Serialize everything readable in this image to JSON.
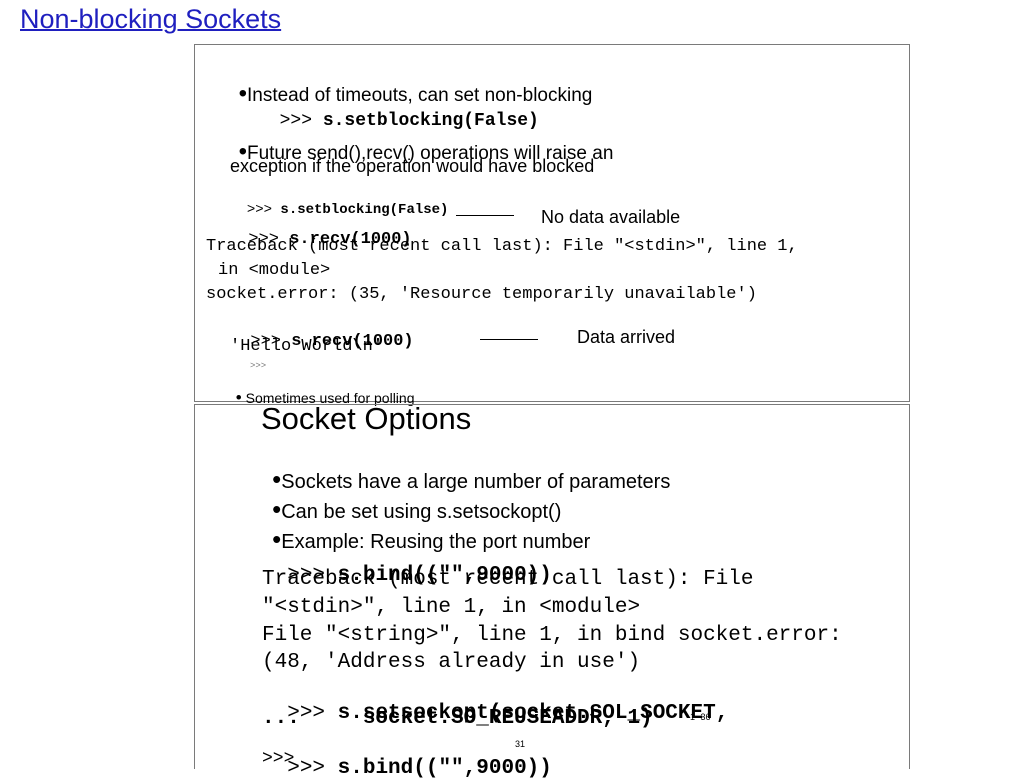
{
  "title": "Non-blocking Sockets",
  "top": {
    "bullet1": "Instead of timeouts, can set non-blocking",
    "code1_prompt": ">>> ",
    "code1_cmd": "s.setblocking(False)",
    "bullet2": "Future send(),recv() operations will raise an",
    "bullet2_cont": "exception if the operation would have blocked",
    "code2_prompt": ">>> ",
    "code2_cmd": "s.setblocking(False)",
    "code3_prompt": ">>> ",
    "code3_cmd": "s.recv(1000)",
    "note1": "No data available",
    "trace1": "Traceback (most recent call last): File \"<stdin>\", line 1,",
    "trace2": "in <module>",
    "trace3": "socket.error: (35, 'Resource temporarily unavailable')",
    "code4_prompt": ">>> ",
    "code4_cmd": "s.recv(1000)",
    "code4_out": "'Hello World\\n'",
    "small_prompt": ">>>",
    "note2": "Data arrived",
    "bullet3": "Sometimes used for polling"
  },
  "bottom": {
    "heading": "Socket Options",
    "bullets": [
      "Sockets have a large number of parameters",
      "Can be set using s.setsockopt()",
      "Example: Reusing the port number"
    ],
    "line1_prompt": ">>> ",
    "line1_cmd": "s.bind((\"\",9000))",
    "line2": "Traceback (most recent call last): File",
    "line3": "\"<stdin>\", line 1, in <module>",
    "line4": "File \"<string>\", line 1, in bind socket.error:",
    "line5": "(48, 'Address already in use')",
    "line6_prompt": ">>> ",
    "line6_cmd": "s.setsockopt(socket.SOL_SOCKET,",
    "line7": "...     socket.SO_REUSEADDR, 1)",
    "line8_prompt": ">>> ",
    "line8_cmd": "s.bind((\"\",9000))",
    "line9": ">>>",
    "page_label": "1- 36",
    "slide_num": "31"
  }
}
